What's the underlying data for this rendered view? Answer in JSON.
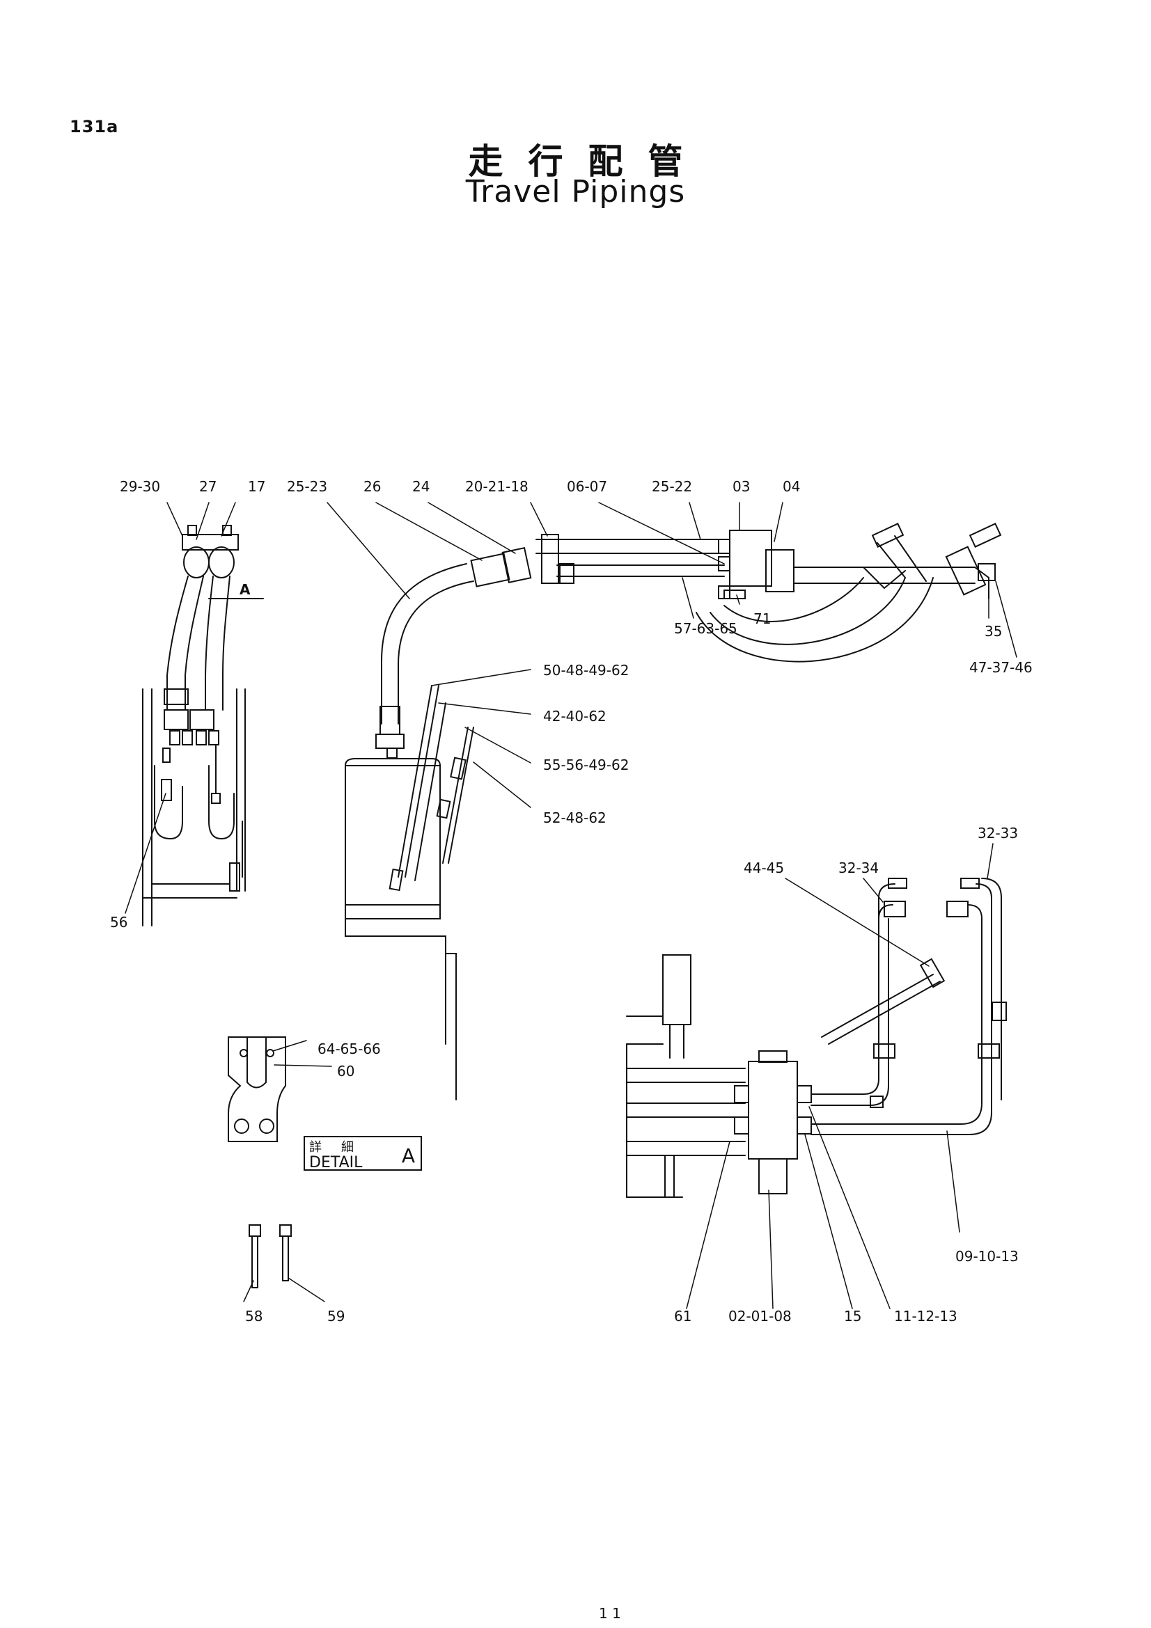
{
  "page_number": "131a",
  "title_jp": "走行配管",
  "title_en": "Travel Pipings",
  "detail_box": {
    "jp": "詳細",
    "en": "DETAIL",
    "letter": "A"
  },
  "view_marker": "A",
  "callouts": {
    "c_29_30": "29-30",
    "c_27": "27",
    "c_17": "17",
    "c_25_23": "25-23",
    "c_26": "26",
    "c_24": "24",
    "c_20_21_18": "20-21-18",
    "c_06_07": "06-07",
    "c_25_22": "25-22",
    "c_03": "03",
    "c_04": "04",
    "c_71": "71",
    "c_57_63_65": "57-63-65",
    "c_35": "35",
    "c_47_37_46": "47-37-46",
    "c_50_48_49_62": "50-48-49-62",
    "c_42_40_62": "42-40-62",
    "c_55_56_49_62": "55-56-49-62",
    "c_52_48_62": "52-48-62",
    "c_56": "56",
    "c_32_33": "32-33",
    "c_44_45": "44-45",
    "c_32_34": "32-34",
    "c_64_65_66": "64-65-66",
    "c_60": "60",
    "c_58": "58",
    "c_59": "59",
    "c_61": "61",
    "c_02_01_08": "02-01-08",
    "c_15": "15",
    "c_11_12_13": "11-12-13",
    "c_09_10_13": "09-10-13"
  },
  "footer_mark": "1 1"
}
